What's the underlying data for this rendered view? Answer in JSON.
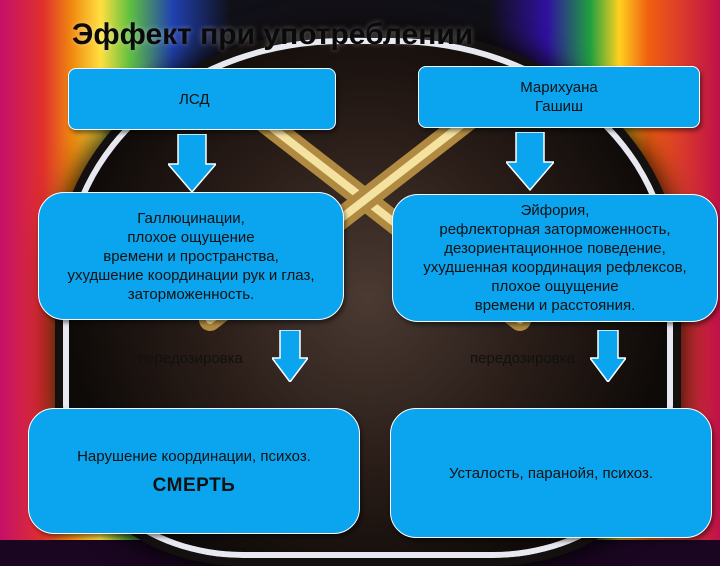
{
  "title": "Эффект при употреблении",
  "left": {
    "drug": "ЛСД",
    "effects": "Галлюцинации,\nплохое ощущение\nвремени и пространства,\nухудшение координации рук и глаз,\nзаторможенность.",
    "overdose_label": "передозировка",
    "overdose_effect": "Нарушение координации, психоз.",
    "outcome": "СМЕРТЬ"
  },
  "right": {
    "drug": "Марихуана\nГашиш",
    "effects": "Эйфория,\nрефлекторная  заторможенность,\nдезориентационное поведение,\nухудшенная координация  рефлексов,\nплохое ощущение\nвремени и расстояния.",
    "overdose_label": "передозировка",
    "overdose_effect": "Усталость, паранойя, психоз."
  },
  "colors": {
    "box_fill": "#0ba5ef",
    "box_border": "#ffffff",
    "arrow_fill": "#0ba5ef"
  }
}
